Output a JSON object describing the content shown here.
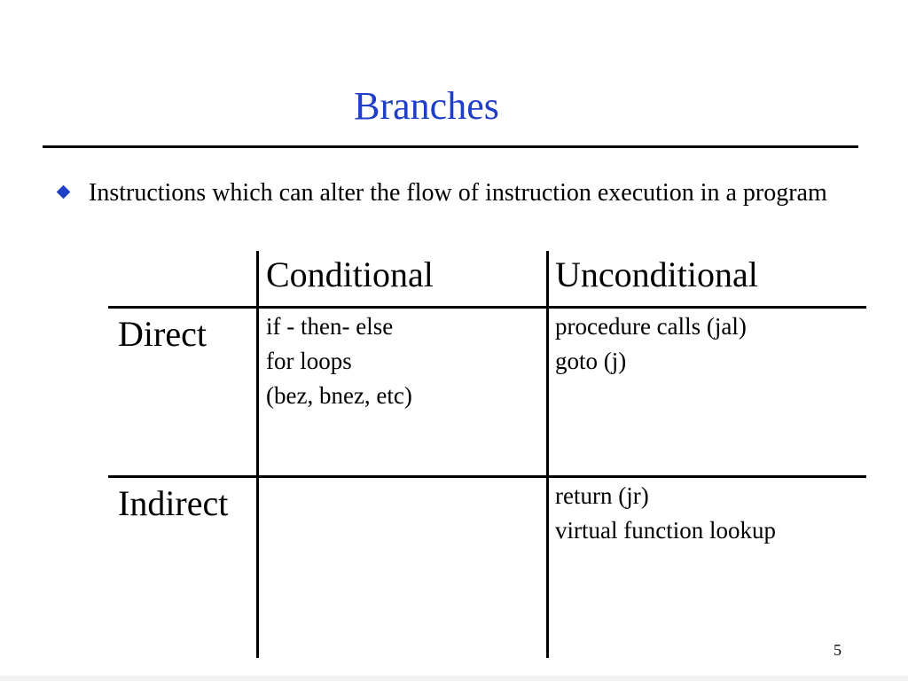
{
  "slide": {
    "title": "Branches",
    "bullet": "Instructions which can alter the flow of instruction execution in a program",
    "page_number": "5"
  },
  "table": {
    "columns": [
      "Conditional",
      "Unconditional"
    ],
    "rows": [
      {
        "label": "Direct",
        "conditional": [
          "if - then- else",
          "for loops",
          "(bez, bnez, etc)"
        ],
        "unconditional": [
          "procedure calls (jal)",
          "goto (j)"
        ]
      },
      {
        "label": "Indirect",
        "conditional": [],
        "unconditional": [
          "return (jr)",
          "virtual function lookup"
        ]
      }
    ]
  },
  "colors": {
    "title": "#1f3fc9",
    "bullet": "#1f3fc9",
    "text": "#000000",
    "rules": "#000000"
  },
  "icons": {
    "bullet": "diamond-bullet-icon"
  }
}
